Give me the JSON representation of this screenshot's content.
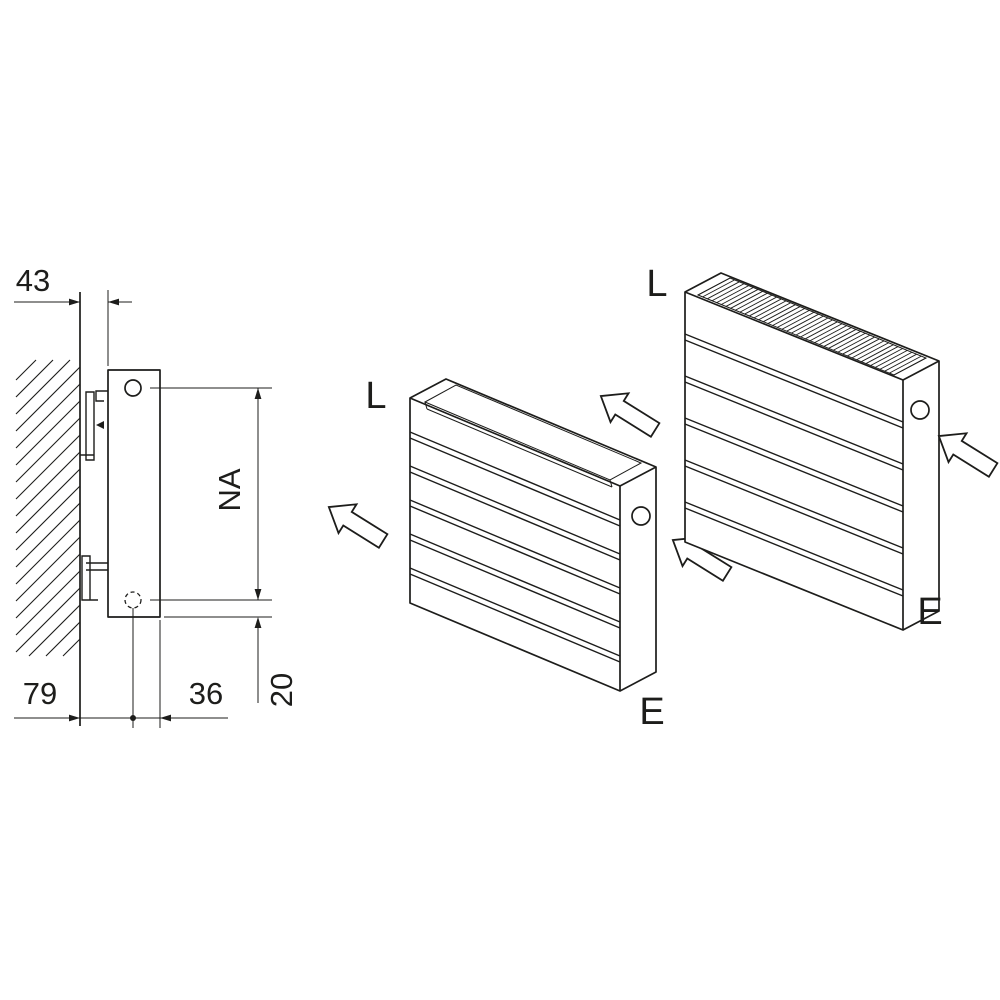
{
  "colors": {
    "background": "#ffffff",
    "line": "#1d1d1b"
  },
  "side_view": {
    "dim_wall_clearance": "43",
    "dim_hub_spacing": "NA",
    "dim_wall_to_pipe_center": "79",
    "dim_pipe_center_to_front": "36",
    "dim_bottom_edge_offset": "20"
  },
  "iso_middle": {
    "connection_left": "L",
    "connection_right": "E"
  },
  "iso_right": {
    "connection_left": "L",
    "connection_right": "E"
  },
  "icons": {
    "flow_arrow": "hollow-arrow-up-left"
  }
}
